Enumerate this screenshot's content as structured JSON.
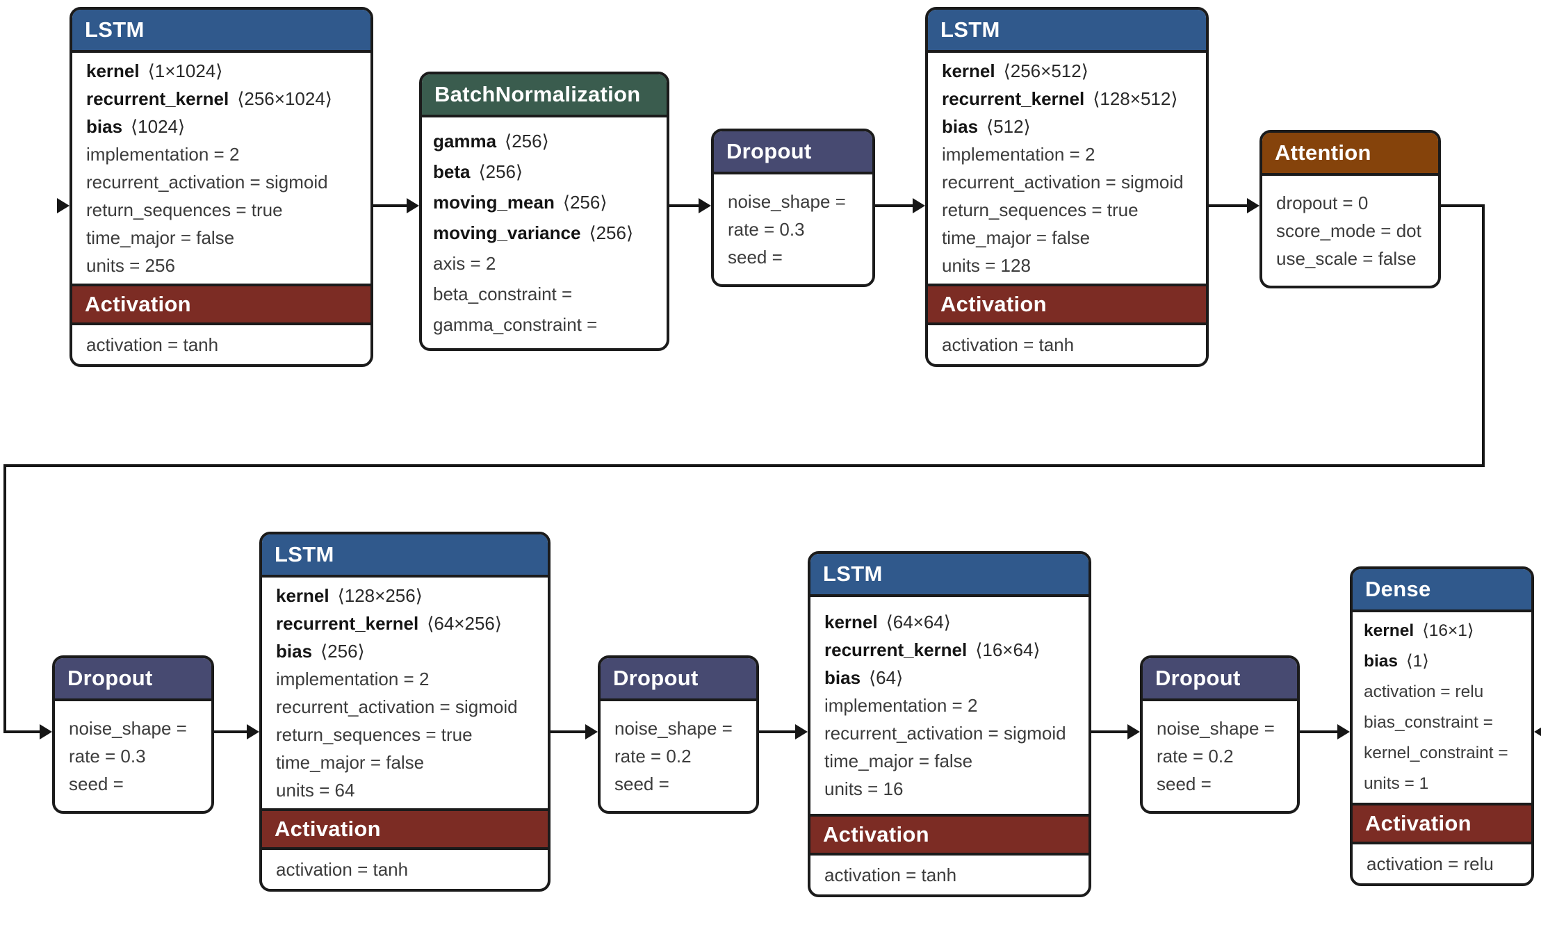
{
  "diagram_type": "keras-model-architecture",
  "colors": {
    "lstm_header": "#30598C",
    "dense_header": "#30598C",
    "batchnorm_header": "#3A5C4E",
    "dropout_header": "#474A71",
    "attention_header": "#85430B",
    "activation_header": "#7C2C24",
    "box_border": "#1B1B1B",
    "connector": "#161616",
    "body_text": "#3C3C3C",
    "param_name_text": "#141414"
  },
  "boxes": {
    "lstm1": {
      "title": "LSTM",
      "weights": [
        {
          "name": "kernel",
          "shape": "⟨1×1024⟩"
        },
        {
          "name": "recurrent_kernel",
          "shape": "⟨256×1024⟩"
        },
        {
          "name": "bias",
          "shape": "⟨1024⟩"
        }
      ],
      "attrs": [
        "implementation = 2",
        "recurrent_activation = sigmoid",
        "return_sequences = true",
        "time_major = false",
        "units = 256"
      ],
      "activation": {
        "title": "Activation",
        "value": "activation = tanh"
      }
    },
    "batchnorm": {
      "title": "BatchNormalization",
      "weights": [
        {
          "name": "gamma",
          "shape": "⟨256⟩"
        },
        {
          "name": "beta",
          "shape": "⟨256⟩"
        },
        {
          "name": "moving_mean",
          "shape": "⟨256⟩"
        },
        {
          "name": "moving_variance",
          "shape": "⟨256⟩"
        }
      ],
      "attrs": [
        "axis = 2",
        "beta_constraint =",
        "gamma_constraint ="
      ]
    },
    "dropout1": {
      "title": "Dropout",
      "attrs": [
        "noise_shape =",
        "rate = 0.3",
        "seed ="
      ]
    },
    "lstm2": {
      "title": "LSTM",
      "weights": [
        {
          "name": "kernel",
          "shape": "⟨256×512⟩"
        },
        {
          "name": "recurrent_kernel",
          "shape": "⟨128×512⟩"
        },
        {
          "name": "bias",
          "shape": "⟨512⟩"
        }
      ],
      "attrs": [
        "implementation = 2",
        "recurrent_activation = sigmoid",
        "return_sequences = true",
        "time_major = false",
        "units = 128"
      ],
      "activation": {
        "title": "Activation",
        "value": "activation = tanh"
      }
    },
    "attention": {
      "title": "Attention",
      "attrs": [
        "dropout = 0",
        "score_mode = dot",
        "use_scale = false"
      ]
    },
    "dropout2": {
      "title": "Dropout",
      "attrs": [
        "noise_shape =",
        "rate = 0.3",
        "seed ="
      ]
    },
    "lstm3": {
      "title": "LSTM",
      "weights": [
        {
          "name": "kernel",
          "shape": "⟨128×256⟩"
        },
        {
          "name": "recurrent_kernel",
          "shape": "⟨64×256⟩"
        },
        {
          "name": "bias",
          "shape": "⟨256⟩"
        }
      ],
      "attrs": [
        "implementation = 2",
        "recurrent_activation = sigmoid",
        "return_sequences = true",
        "time_major = false",
        "units = 64"
      ],
      "activation": {
        "title": "Activation",
        "value": "activation = tanh"
      }
    },
    "dropout3": {
      "title": "Dropout",
      "attrs": [
        "noise_shape =",
        "rate = 0.2",
        "seed ="
      ]
    },
    "lstm4": {
      "title": "LSTM",
      "weights": [
        {
          "name": "kernel",
          "shape": "⟨64×64⟩"
        },
        {
          "name": "recurrent_kernel",
          "shape": "⟨16×64⟩"
        },
        {
          "name": "bias",
          "shape": "⟨64⟩"
        }
      ],
      "attrs": [
        "implementation = 2",
        "recurrent_activation = sigmoid",
        "time_major = false",
        "units = 16"
      ],
      "activation": {
        "title": "Activation",
        "value": "activation = tanh"
      }
    },
    "dropout4": {
      "title": "Dropout",
      "attrs": [
        "noise_shape =",
        "rate = 0.2",
        "seed ="
      ]
    },
    "dense": {
      "title": "Dense",
      "weights": [
        {
          "name": "kernel",
          "shape": "⟨16×1⟩"
        },
        {
          "name": "bias",
          "shape": "⟨1⟩"
        }
      ],
      "attrs": [
        "activation = relu",
        "bias_constraint =",
        "kernel_constraint =",
        "units = 1"
      ],
      "activation": {
        "title": "Activation",
        "value": "activation = relu"
      }
    }
  },
  "connections": [
    {
      "from": "input",
      "to": "lstm1"
    },
    {
      "from": "lstm1",
      "to": "batchnorm"
    },
    {
      "from": "batchnorm",
      "to": "dropout1"
    },
    {
      "from": "dropout1",
      "to": "lstm2"
    },
    {
      "from": "lstm2",
      "to": "attention"
    },
    {
      "from": "attention",
      "to": "dropout2",
      "route": "wrap-around-right-to-left"
    },
    {
      "from": "dropout2",
      "to": "lstm3"
    },
    {
      "from": "lstm3",
      "to": "dropout3"
    },
    {
      "from": "dropout3",
      "to": "lstm4"
    },
    {
      "from": "lstm4",
      "to": "dropout4"
    },
    {
      "from": "dropout4",
      "to": "dense"
    },
    {
      "from": "external-right",
      "to": "dense"
    }
  ]
}
